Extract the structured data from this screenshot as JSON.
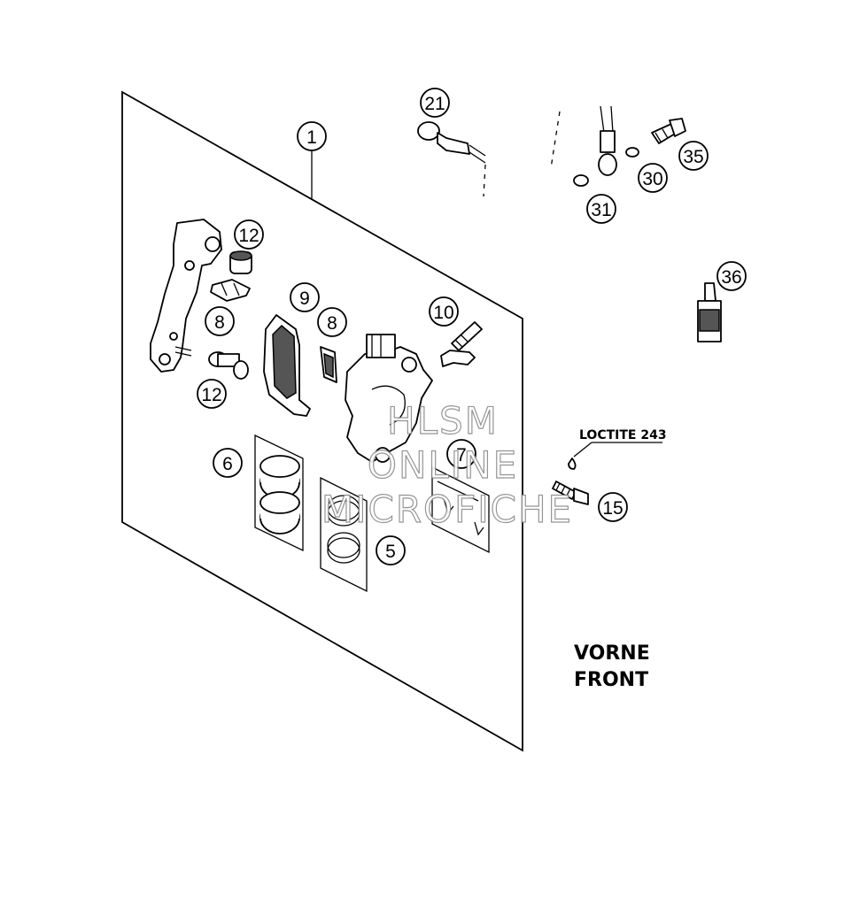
{
  "callouts": [
    {
      "id": "c1",
      "label": "1"
    },
    {
      "id": "c21",
      "label": "21"
    },
    {
      "id": "c35",
      "label": "35"
    },
    {
      "id": "c30",
      "label": "30"
    },
    {
      "id": "c31",
      "label": "31"
    },
    {
      "id": "c12a",
      "label": "12"
    },
    {
      "id": "c8a",
      "label": "8"
    },
    {
      "id": "c12b",
      "label": "12"
    },
    {
      "id": "c9",
      "label": "9"
    },
    {
      "id": "c8b",
      "label": "8"
    },
    {
      "id": "c10",
      "label": "10"
    },
    {
      "id": "c36",
      "label": "36"
    },
    {
      "id": "c7",
      "label": "7"
    },
    {
      "id": "c6",
      "label": "6"
    },
    {
      "id": "c5",
      "label": "5"
    },
    {
      "id": "c15",
      "label": "15"
    }
  ],
  "loctite_label": "LOCTITE 243",
  "direction": {
    "line1": "VORNE",
    "line2": "FRONT"
  },
  "watermark": {
    "line1": "HLSM",
    "line2": "ONLINE",
    "line3": "MICROFICHE"
  }
}
